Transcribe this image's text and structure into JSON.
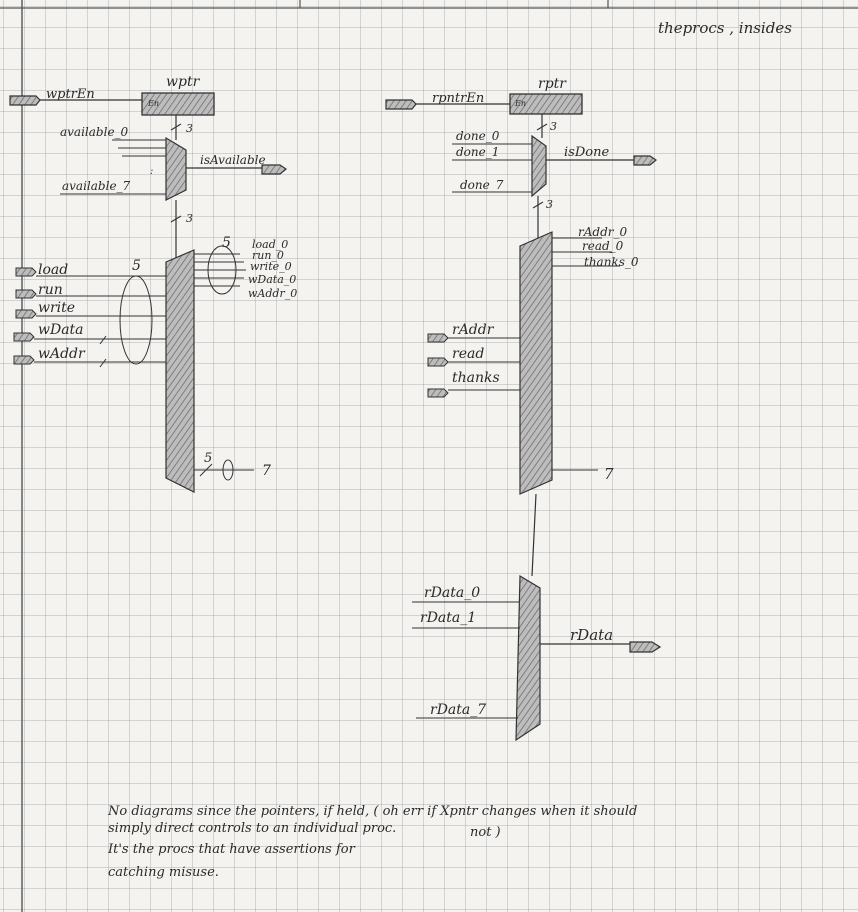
{
  "header": {
    "title": "theprocs , insides"
  },
  "write_side": {
    "ptr_label": "wptr",
    "ptr_en": "En",
    "ptr_in": "wptrEn",
    "bus_width_top": "3",
    "bus_width_mid": "3",
    "mux_inputs": [
      "available_0",
      "available_7"
    ],
    "mux_output": "isAvailable",
    "ctrl_inputs": [
      "load",
      "run",
      "write",
      "wData",
      "wAddr"
    ],
    "ctrl_group_count": "5",
    "ctrl_outputs": [
      "load_0",
      "run_0",
      "write_0",
      "wData_0",
      "wAddr_0"
    ],
    "out_group_count": "5",
    "out_last": "7"
  },
  "read_side": {
    "ptr_label": "rptr",
    "ptr_en": "En",
    "ptr_in": "rpntrEn",
    "bus_width_top": "3",
    "bus_width_mid": "3",
    "mux_inputs": [
      "done_0",
      "done_1",
      "done_7"
    ],
    "mux_output": "isDone",
    "ctrl_outputs": [
      "rAddr_0",
      "read_0",
      "thanks_0"
    ],
    "ctrl_inputs": [
      "rAddr",
      "read",
      "thanks"
    ],
    "out_last": "7",
    "data_inputs": [
      "rData_0",
      "rData_1",
      "rData_7"
    ],
    "data_output": "rData"
  },
  "notes": {
    "line1": "No diagrams since the pointers, if held, ( oh   err if  Xpntr changes when it should",
    "line2": "simply direct controls to an individual proc.",
    "line2b": "not )",
    "line3": "It's the procs that have assertions for",
    "line4": "catching misuse."
  }
}
